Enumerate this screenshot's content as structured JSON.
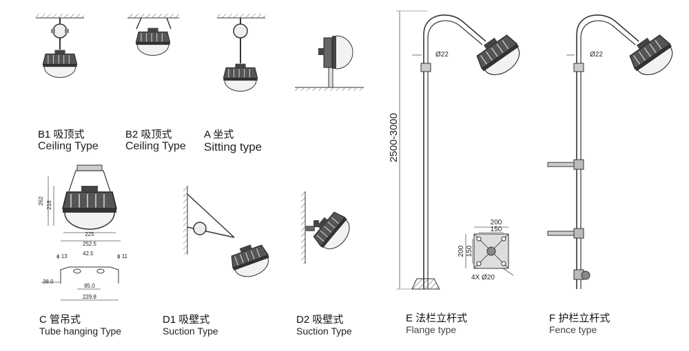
{
  "colors": {
    "stroke": "#333333",
    "light": "#888888",
    "fill": "#d8d8d8"
  },
  "captions": {
    "b1": {
      "cn": "B1 吸顶式",
      "en": "Ceiling  Type"
    },
    "b2": {
      "cn": "B2 吸顶式",
      "en": "Ceiling  Type"
    },
    "a": {
      "cn": "A 坐式",
      "en": "Sitting type"
    },
    "c": {
      "cn": "C 管吊式",
      "en": "Tube hanging Type"
    },
    "d1": {
      "cn": "D1 吸壁式",
      "en": "Suction Type"
    },
    "d2": {
      "cn": "D2 吸壁式",
      "en": "Suction Type"
    },
    "e": {
      "cn": "E 法栏立杆式",
      "en": "Flange type"
    },
    "f": {
      "cn": "F 护栏立杆式",
      "en": "Fence type"
    }
  },
  "dimensions": {
    "c_h262": "262",
    "c_h218": "218",
    "c_w225": "225",
    "c_w2525": "252.5",
    "c_phi13": "ϕ 13",
    "c_d425": "42.5",
    "c_phi11": "ϕ 11",
    "c_h380": "38.0",
    "c_w850": "85.0",
    "c_w2298": "229.8",
    "e_height": "2500-3000",
    "e_pole": "Ø22",
    "f_pole": "Ø22",
    "flange_200w": "200",
    "flange_150w": "150",
    "flange_200h": "200",
    "flange_150h": "150",
    "flange_holes": "4X Ø20"
  }
}
